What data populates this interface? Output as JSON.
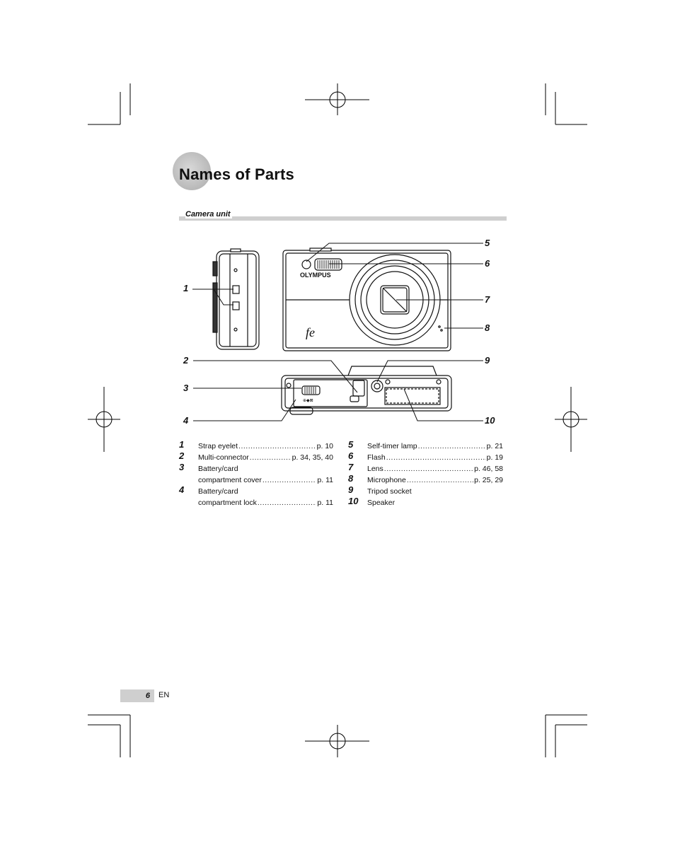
{
  "page": {
    "title": "Names of Parts",
    "section": "Camera unit",
    "page_number": "6",
    "language": "EN"
  },
  "callouts": [
    "1",
    "2",
    "3",
    "4",
    "5",
    "6",
    "7",
    "8",
    "9",
    "10"
  ],
  "camera": {
    "brand": "OLYMPUS",
    "model_logo": "fe",
    "lock_label": "⊕◆⊠"
  },
  "parts_left": [
    {
      "num": "1",
      "name": "Strap eyelet",
      "page": "p. 10"
    },
    {
      "num": "2",
      "name": "Multi-connector",
      "page": "p. 34, 35, 40"
    },
    {
      "num": "3",
      "name": "Battery/card",
      "cont": "compartment cover",
      "page": "p. 11"
    },
    {
      "num": "4",
      "name": "Battery/card",
      "cont": "compartment lock",
      "page": "p. 11"
    }
  ],
  "parts_right": [
    {
      "num": "5",
      "name": "Self-timer lamp",
      "page": "p. 21"
    },
    {
      "num": "6",
      "name": "Flash",
      "page": "p. 19"
    },
    {
      "num": "7",
      "name": "Lens",
      "page": "p. 46, 58"
    },
    {
      "num": "8",
      "name": "Microphone",
      "page": "p. 25, 29"
    },
    {
      "num": "9",
      "name": "Tripod socket",
      "page": ""
    },
    {
      "num": "10",
      "name": "Speaker",
      "page": ""
    }
  ]
}
